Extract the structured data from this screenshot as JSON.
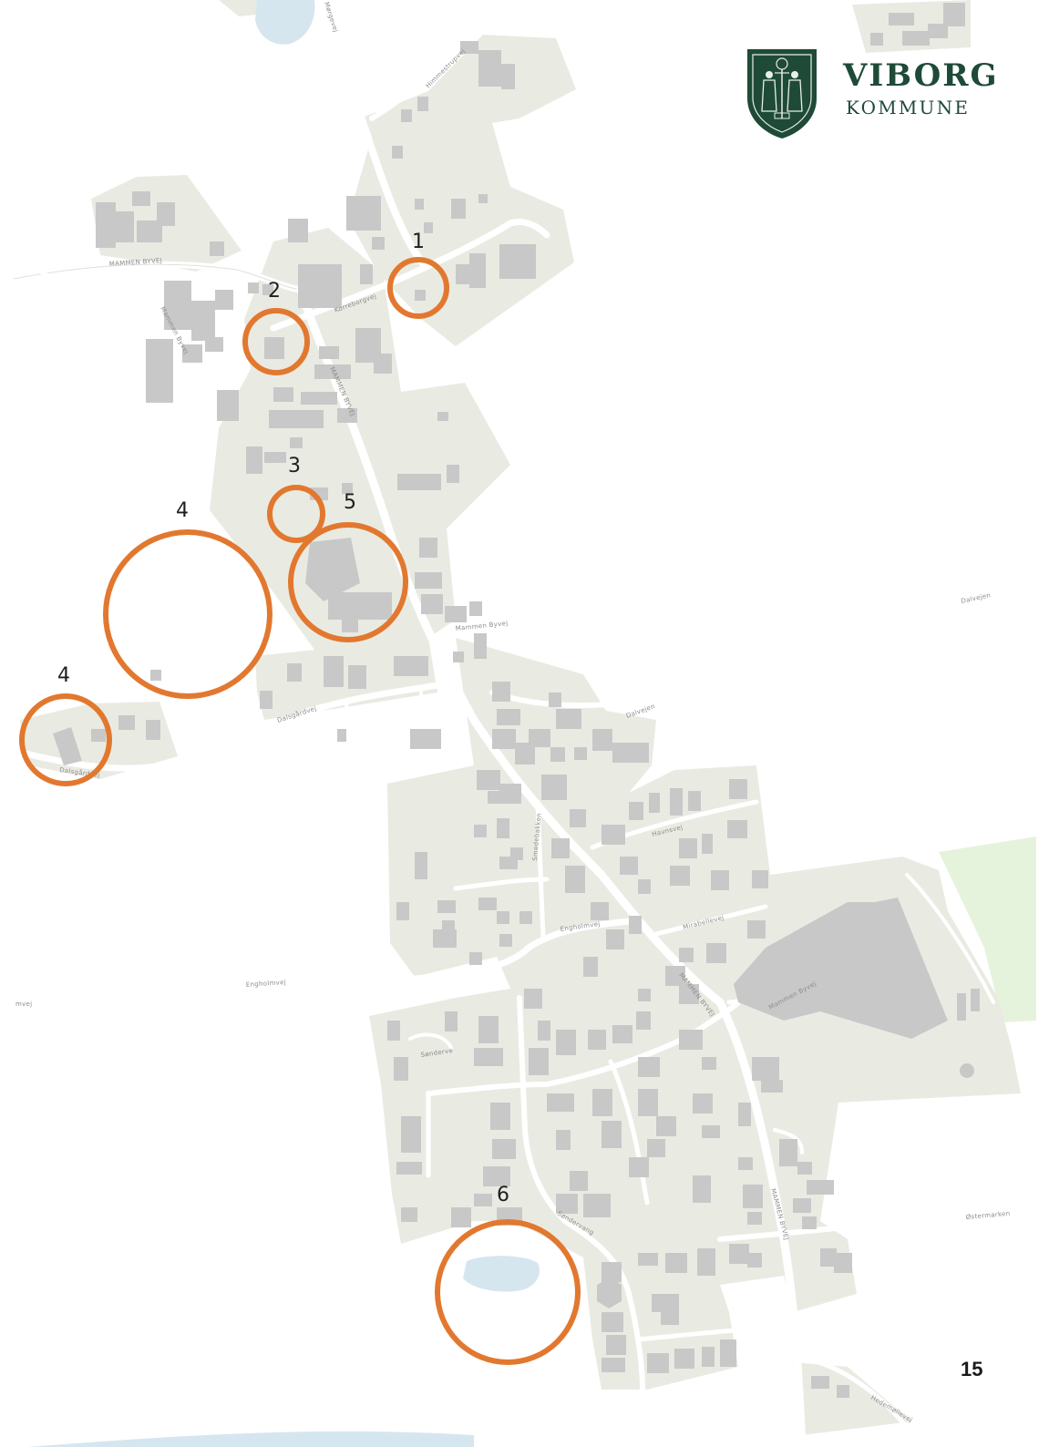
{
  "logo": {
    "title": "VIBORG",
    "subtitle": "KOMMUNE",
    "brand_color": "#1f4a38"
  },
  "page_number": "15",
  "colors": {
    "built_area": "#e9ebe3",
    "building": "#c8c8c8",
    "road": "#ffffff",
    "water": "#d5e6ef",
    "green": "#e6f3dc",
    "marker_ring": "#e2782f"
  },
  "road_labels": [
    "MAMMEN BYVEJ",
    "Mammen Byvej",
    "Korreborgvej",
    "Himmestrupvej",
    "Mørgevej",
    "Dalsgårdvej",
    "Dalsgårdvej",
    "Dalvejen",
    "Dalvejen",
    "MAMMEN BYVEJ",
    "Mammen Byvej",
    "Havnsvej",
    "Mirabellevej",
    "Smedebakken",
    "Engholmvej",
    "Engholmvej",
    "Mammen Byvej",
    "MAMMEN BYVEJ",
    "Sønderve",
    "Søndervang",
    "MAMMEN BYVEJ",
    "Østermarken",
    "Hedemøllevej",
    "mvej"
  ],
  "markers": [
    "1",
    "2",
    "3",
    "4",
    "5",
    "4",
    "6"
  ]
}
